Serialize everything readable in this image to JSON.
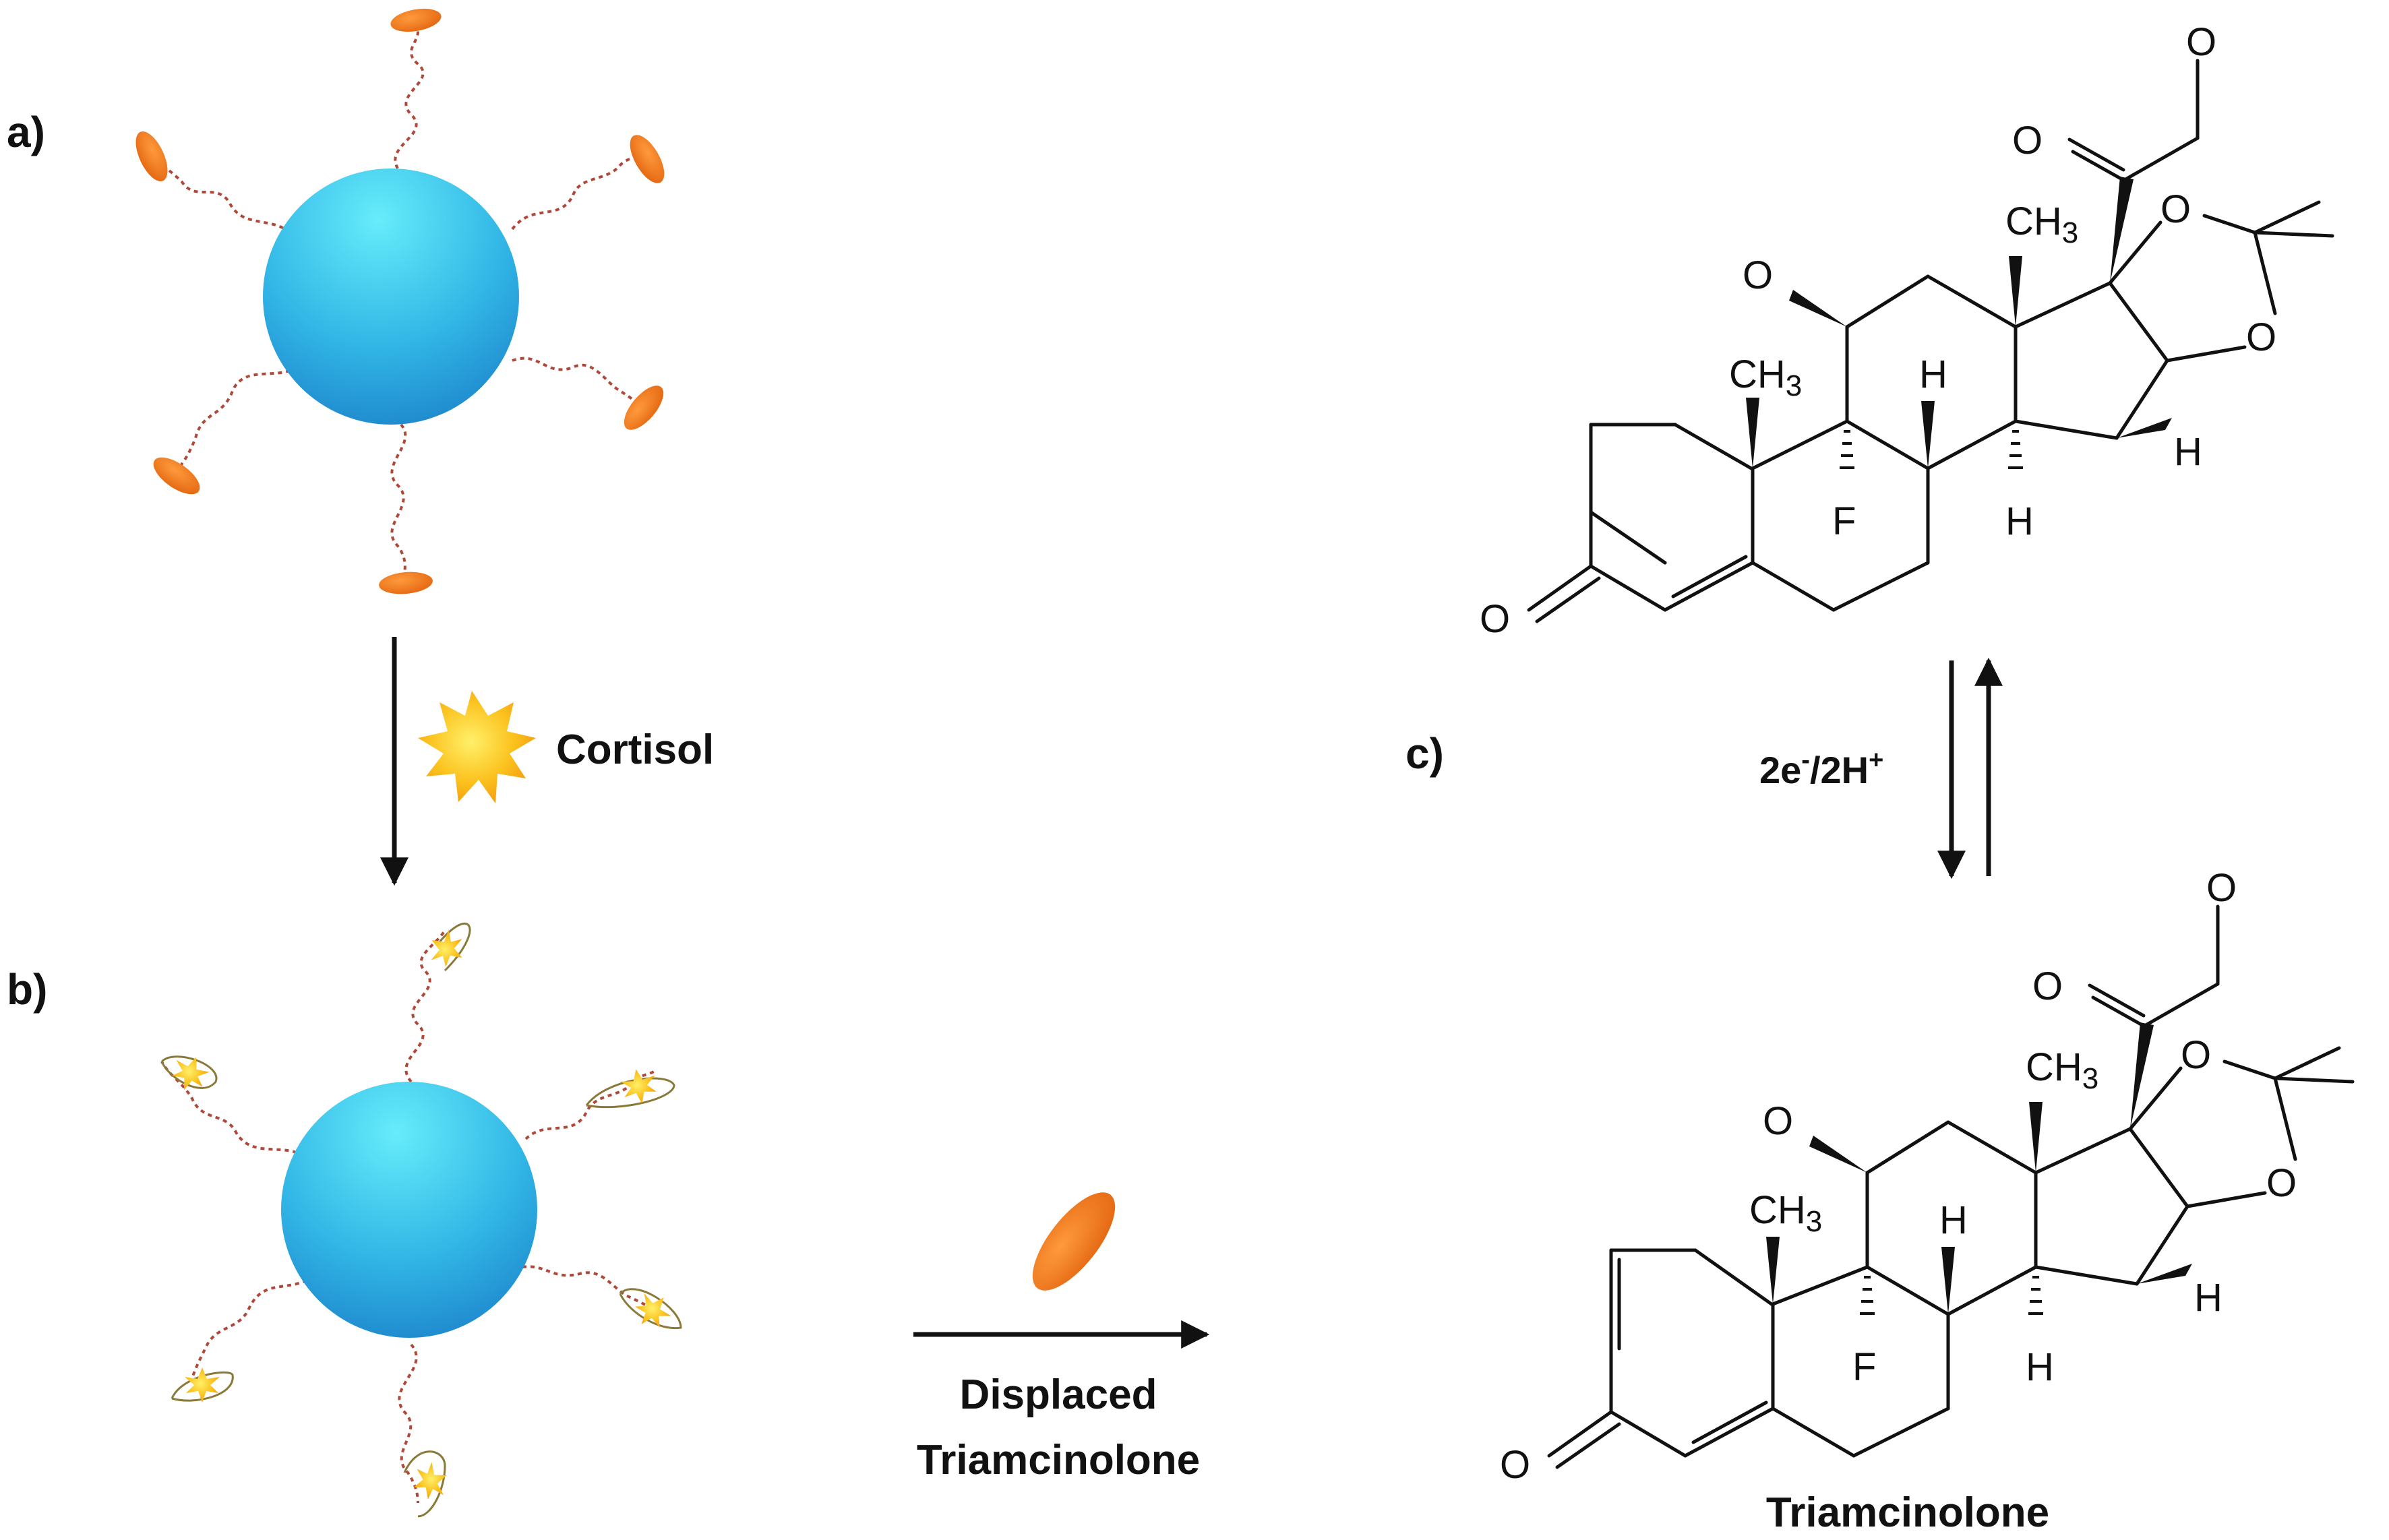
{
  "panels": {
    "a": "a)",
    "b": "b)",
    "c": "c)"
  },
  "reagent_label": "Cortisol",
  "product_label_line1": "Displaced",
  "product_label_line2": "Triamcinolone",
  "equilibrium_label": {
    "base1": "2e",
    "sup1": "-",
    "mid": "/2H",
    "sup2": "+"
  },
  "molecule_name": "Triamcinolone",
  "atoms": {
    "oxygen": "O",
    "fluorine": "F",
    "hydrogen": "H",
    "methyl_base": "CH",
    "methyl_sub": "3"
  },
  "colors": {
    "nanoparticle_light": "#5fe6f6",
    "nanoparticle_dark": "#1f8fd0",
    "triamcinolone_tag": "#f07a1c",
    "cortisol_star": "#f8b81a",
    "linker_red": "#d8322c",
    "linker_blue": "#1c2e8a"
  },
  "icons": {
    "nanoparticle": "blue-sphere",
    "triamcinolone": "orange-ellipse",
    "cortisol": "yellow-star-burst"
  }
}
